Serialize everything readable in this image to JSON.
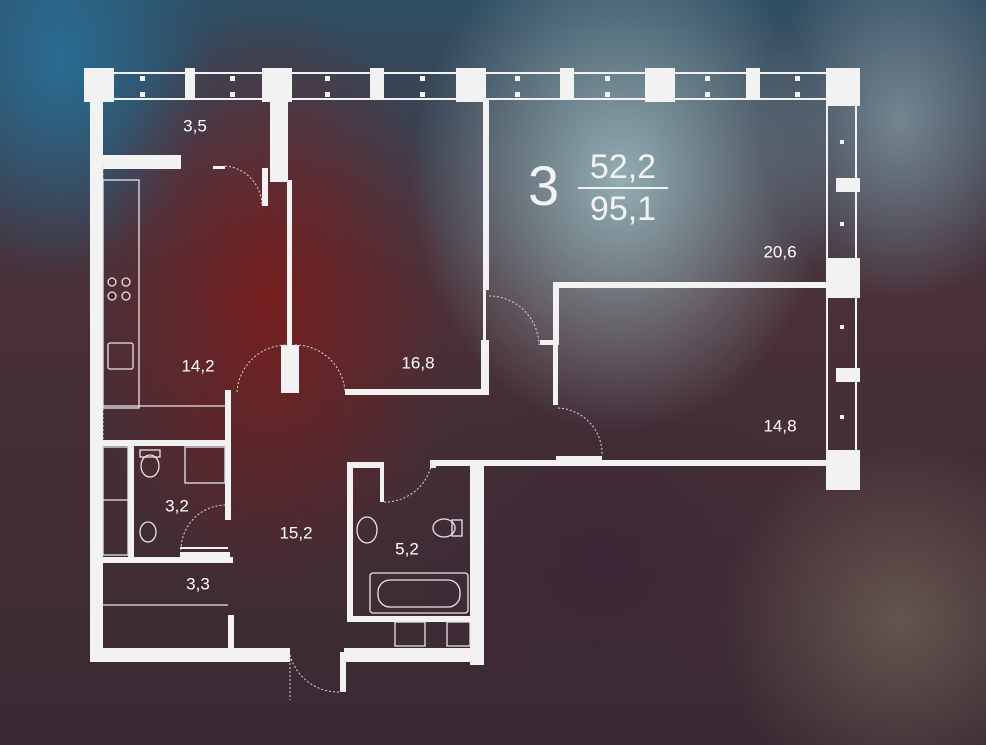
{
  "summary": {
    "rooms": "3",
    "living_area": "52,2",
    "total_area": "95,1"
  },
  "rooms": [
    {
      "id": "balcony",
      "area": "3,5"
    },
    {
      "id": "kitchen",
      "area": "14,2"
    },
    {
      "id": "room-1",
      "area": "16,8"
    },
    {
      "id": "room-2",
      "area": "20,6"
    },
    {
      "id": "room-3",
      "area": "14,8"
    },
    {
      "id": "bathroom-1",
      "area": "3,2"
    },
    {
      "id": "hall",
      "area": "15,2"
    },
    {
      "id": "storage",
      "area": "3,3"
    },
    {
      "id": "bathroom-2",
      "area": "5,2"
    }
  ],
  "colors": {
    "wall": "#f2f2f2",
    "fixture": "#e6e6e6",
    "text": "#ffffff"
  }
}
